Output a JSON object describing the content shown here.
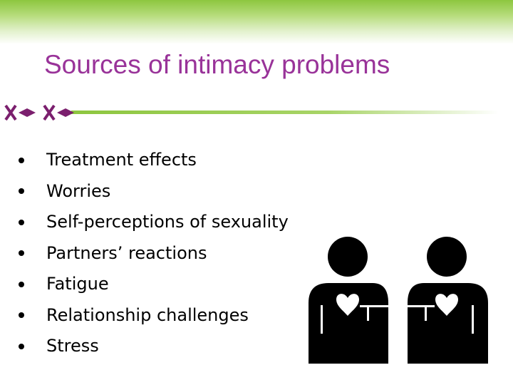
{
  "slide": {
    "title": "Sources of intimacy problems",
    "bullets": [
      "Treatment effects",
      "Worries",
      "Self-perceptions of sexuality",
      "Partners’ reactions",
      "Fatigue",
      "Relationship challenges",
      "Stress"
    ]
  },
  "colors": {
    "title": "#993399",
    "accent_green": "#8dc63f",
    "divider_marks": "#7b1f6e",
    "figure": "#000000"
  },
  "icons": [
    "diamond-cross-divider",
    "two-people-heart-icon"
  ]
}
